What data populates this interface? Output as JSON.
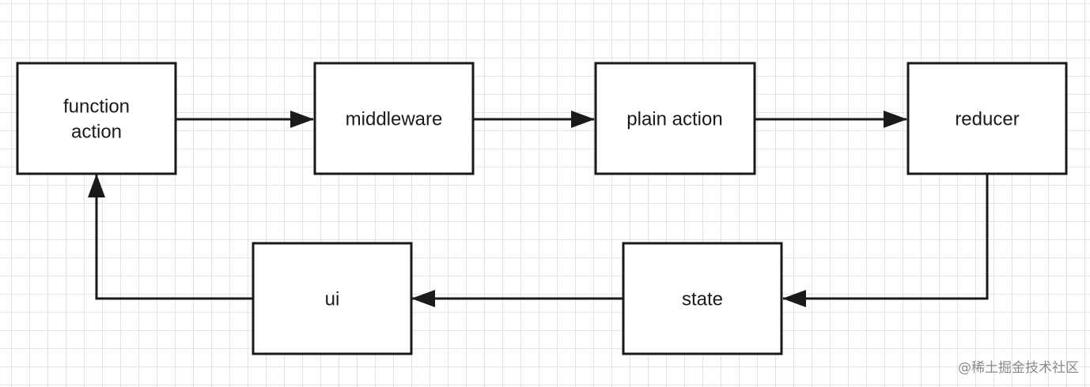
{
  "diagram": {
    "nodes": {
      "function_action": {
        "line1": "function",
        "line2": "action"
      },
      "middleware": {
        "label": "middleware"
      },
      "plain_action": {
        "label": "plain action"
      },
      "reducer": {
        "label": "reducer"
      },
      "state": {
        "label": "state"
      },
      "ui": {
        "label": "ui"
      }
    },
    "edges": [
      {
        "from": "function_action",
        "to": "middleware"
      },
      {
        "from": "middleware",
        "to": "plain_action"
      },
      {
        "from": "plain_action",
        "to": "reducer"
      },
      {
        "from": "reducer",
        "to": "state"
      },
      {
        "from": "state",
        "to": "ui"
      },
      {
        "from": "ui",
        "to": "function_action"
      }
    ],
    "colors": {
      "line": "#1a1a1a",
      "grid": "#e4e4e4",
      "background": "#ffffff"
    }
  },
  "watermark": "@稀土掘金技术社区"
}
